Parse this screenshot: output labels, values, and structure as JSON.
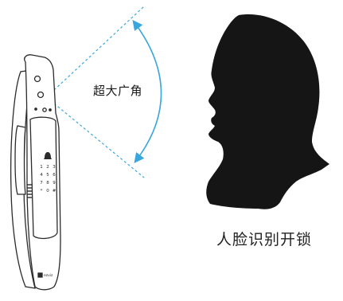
{
  "labels": {
    "angle": "超大广角",
    "caption": "人脸识别开锁"
  },
  "lock": {
    "keypad_keys": [
      "1",
      "2",
      "3",
      "4",
      "5",
      "6",
      "7",
      "8",
      "9",
      "*",
      "0",
      "#"
    ],
    "brand": "ezviz"
  },
  "colors": {
    "cone": "#39a6dd",
    "silhouette": "#151515",
    "lock_outline": "#2b2b2b"
  }
}
